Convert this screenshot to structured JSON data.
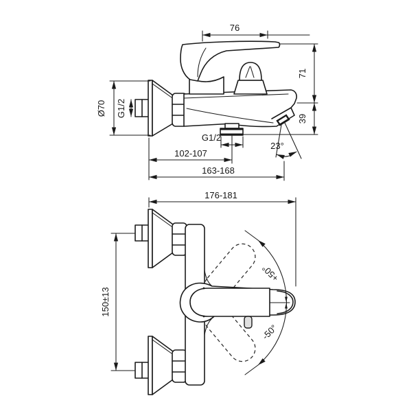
{
  "drawing": {
    "kind": "technical-dimension-drawing",
    "subject": "wall-mounted single-lever bath shower mixer, two orthographic views",
    "line_color": "#1a1a1a",
    "background": "#ffffff",
    "side_view": {
      "dims": {
        "lever_length": "76",
        "handle_height": "71",
        "spout_drop": "39",
        "flange_diameter": "Ø70",
        "inlet_thread": "G1/2",
        "shower_outlet_thread": "G1/2",
        "wall_to_shower_outlet": "102-107",
        "wall_to_spout_tip": "163-168",
        "spout_angle": "23°"
      }
    },
    "plan_view": {
      "dims": {
        "overall_depth": "176-181",
        "inlet_centres": "150±13",
        "handle_swing_up": "+50°",
        "handle_swing_down": "-50°"
      }
    }
  }
}
